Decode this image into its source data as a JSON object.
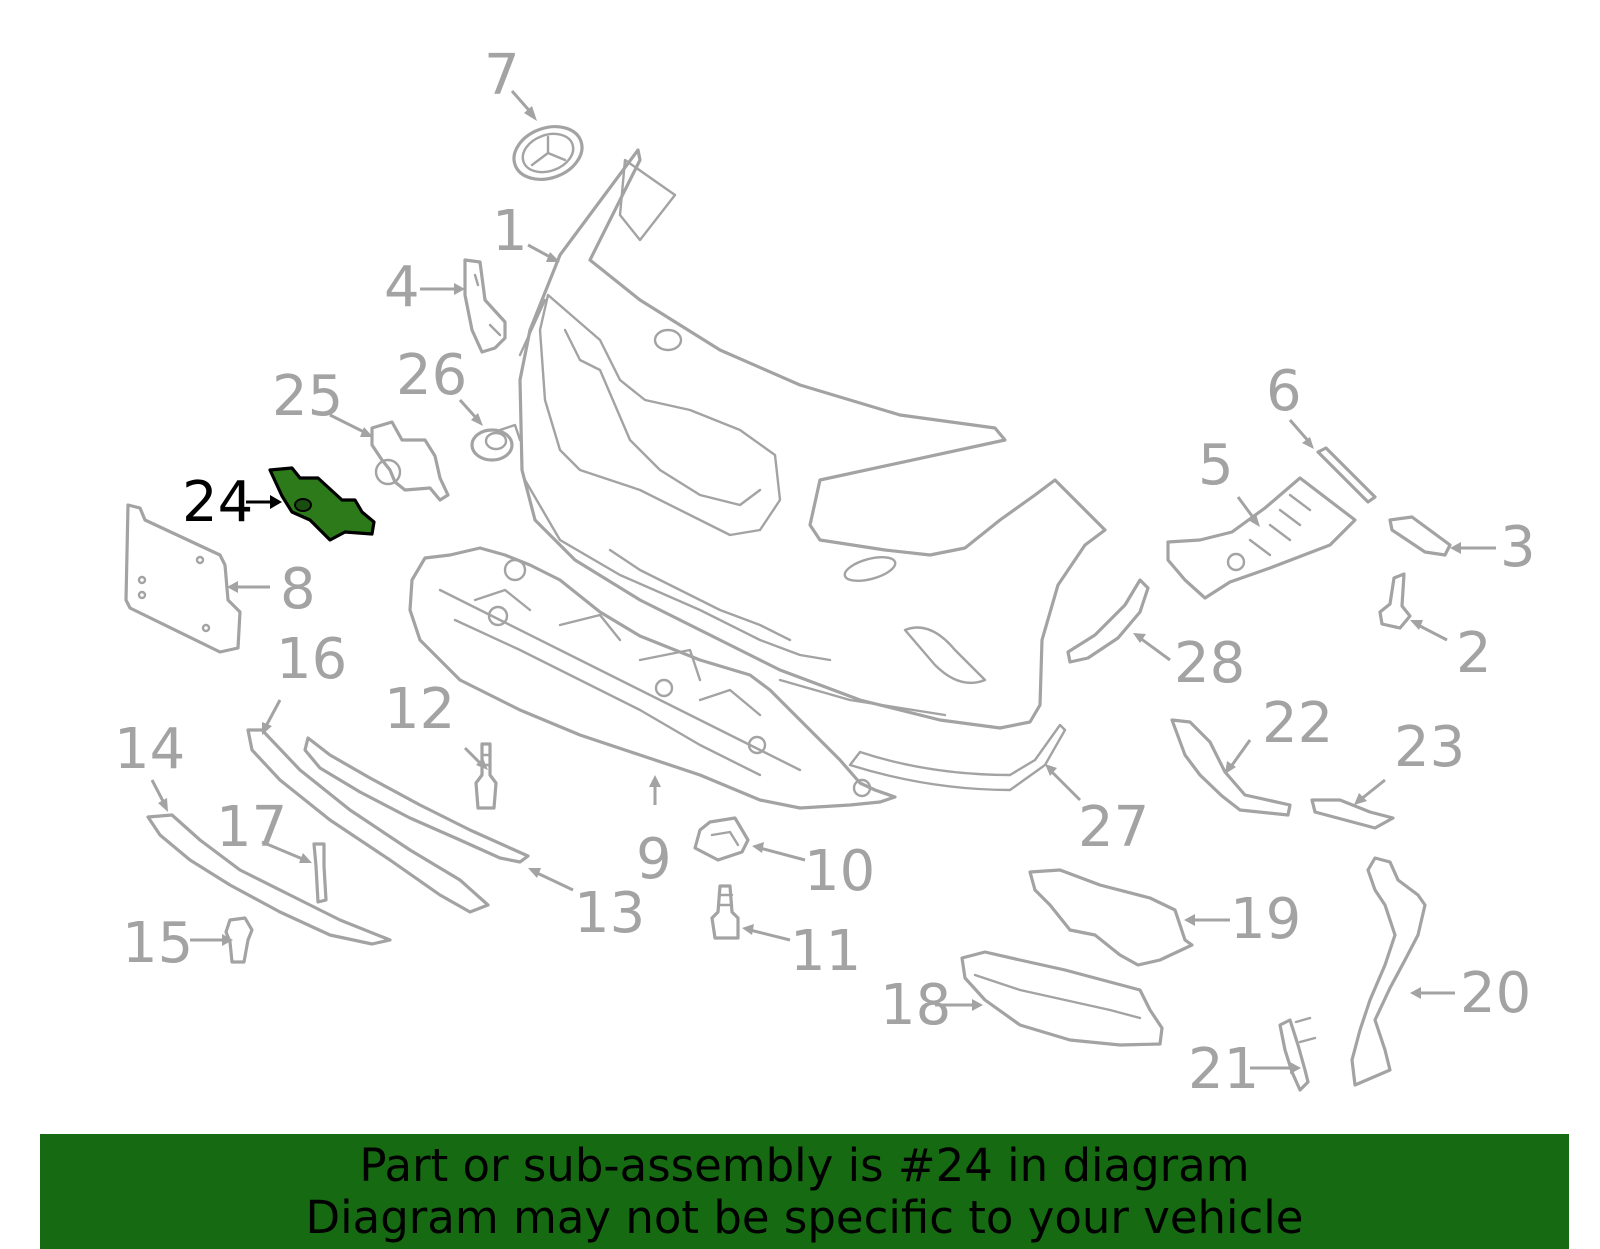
{
  "diagram": {
    "highlight_color": "#2d7a1a",
    "part_line_color": "#a3a3a3",
    "callouts": [
      {
        "id": "1",
        "label": "1"
      },
      {
        "id": "2",
        "label": "2"
      },
      {
        "id": "3",
        "label": "3"
      },
      {
        "id": "4",
        "label": "4"
      },
      {
        "id": "5",
        "label": "5"
      },
      {
        "id": "6",
        "label": "6"
      },
      {
        "id": "7",
        "label": "7"
      },
      {
        "id": "8",
        "label": "8"
      },
      {
        "id": "9",
        "label": "9"
      },
      {
        "id": "10",
        "label": "10"
      },
      {
        "id": "11",
        "label": "11"
      },
      {
        "id": "12",
        "label": "12"
      },
      {
        "id": "13",
        "label": "13"
      },
      {
        "id": "14",
        "label": "14"
      },
      {
        "id": "15",
        "label": "15"
      },
      {
        "id": "16",
        "label": "16"
      },
      {
        "id": "17",
        "label": "17"
      },
      {
        "id": "18",
        "label": "18"
      },
      {
        "id": "19",
        "label": "19"
      },
      {
        "id": "20",
        "label": "20"
      },
      {
        "id": "21",
        "label": "21"
      },
      {
        "id": "22",
        "label": "22"
      },
      {
        "id": "23",
        "label": "23"
      },
      {
        "id": "24",
        "label": "24",
        "highlighted": true
      },
      {
        "id": "25",
        "label": "25"
      },
      {
        "id": "26",
        "label": "26"
      },
      {
        "id": "27",
        "label": "27"
      },
      {
        "id": "28",
        "label": "28"
      }
    ]
  },
  "banner": {
    "background": "#166a12",
    "line1": "Part or sub-assembly is #24 in diagram",
    "line2": "Diagram may not be specific to your vehicle"
  }
}
